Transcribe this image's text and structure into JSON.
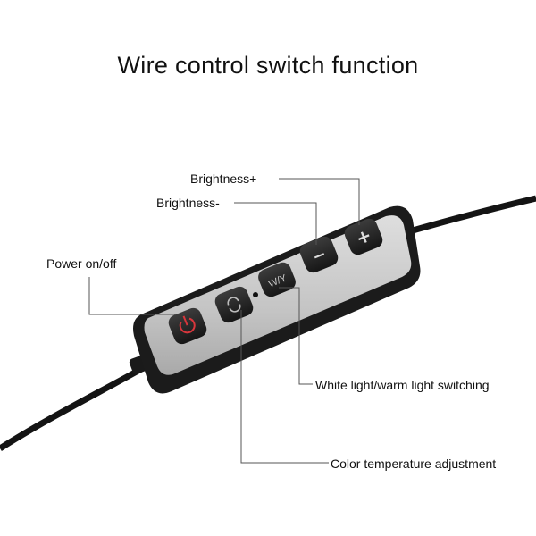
{
  "title": "Wire control switch function",
  "labels": {
    "brightness_plus": "Brightness+",
    "brightness_minus": "Brightness-",
    "power": "Power on/off",
    "wy_switch": "White light/warm light switching",
    "color_temp": "Color temperature adjustment"
  },
  "buttons": {
    "plus": "+",
    "minus": "−",
    "wy": "W/Y"
  },
  "colors": {
    "power_icon": "#d8363c",
    "body": "#1b1b1b",
    "face": "#c9c9c9",
    "button": "#2a2a2a",
    "leader_line": "#555555"
  }
}
